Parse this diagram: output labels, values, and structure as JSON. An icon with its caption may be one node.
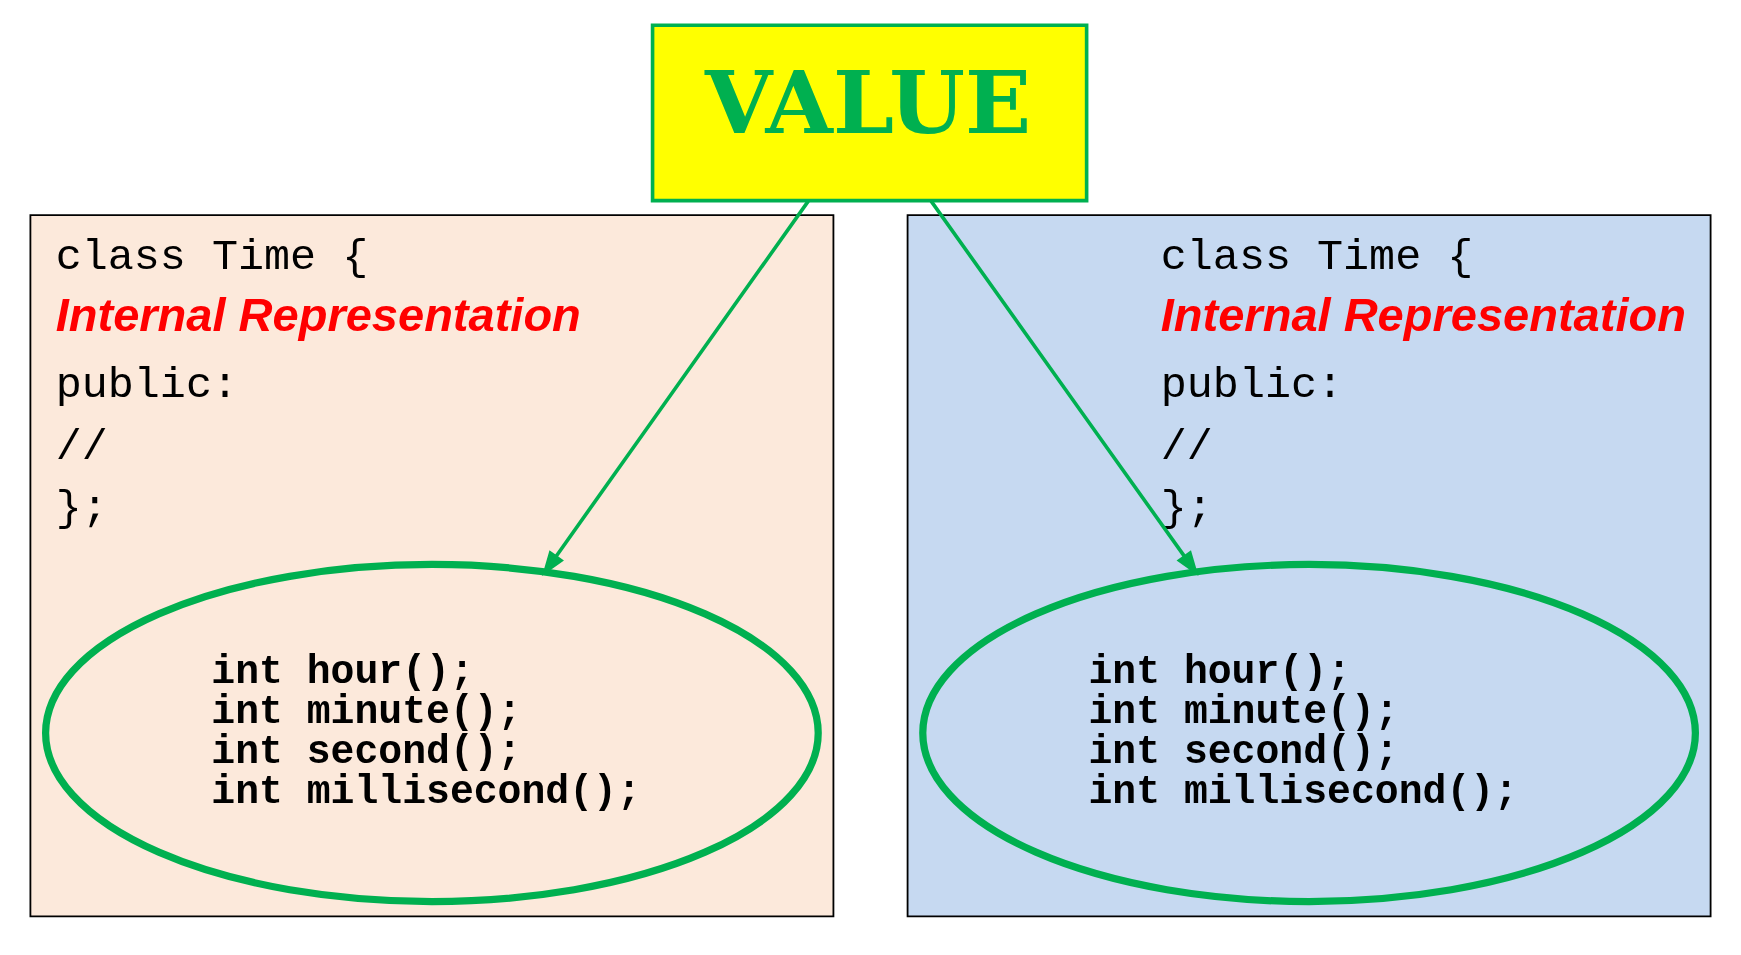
{
  "diagram": {
    "nodes": [
      {
        "text": [
          "class Time {",
          "Internal Representation",
          "public:",
          "//",
          "};"
        ]
      },
      {
        "text": [
          "int hour();",
          "int minute();",
          "int second();",
          "int millisecond();"
        ],
        "in": 0
      },
      {
        "text": [
          "VALUE"
        ]
      },
      {
        "text": [
          "class Time {",
          "Internal Representation",
          "public:",
          "//",
          "};"
        ]
      },
      {
        "text": [
          "int hour();",
          "int minute();",
          "int second();",
          "int millisecond();"
        ],
        "in": 3
      }
    ],
    "edges": [
      {
        "from": 2,
        "to": 1,
        "arrow": "to"
      },
      {
        "from": 2,
        "to": 4,
        "arrow": "to"
      }
    ]
  }
}
